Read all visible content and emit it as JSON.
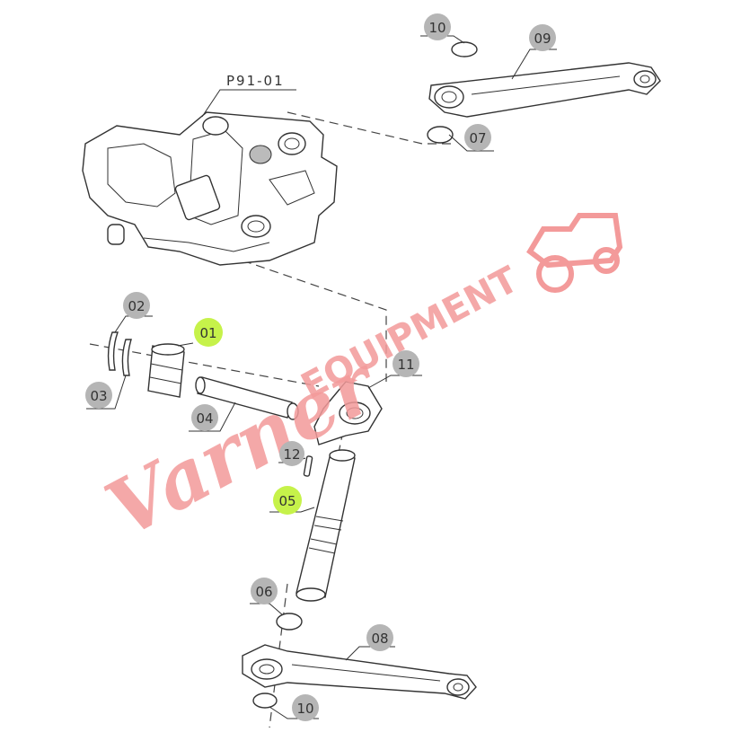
{
  "diagram_title": "P91-01",
  "watermark": {
    "brand_script": "Varner",
    "brand_caps": "EQUIPMENT"
  },
  "colors": {
    "highlight_badge": "#c6f24a",
    "normal_badge": "#b5b5b5",
    "watermark": "#f39a9a"
  },
  "parts": [
    {
      "id": "p01",
      "label": "01",
      "highlight": true
    },
    {
      "id": "p02",
      "label": "02",
      "highlight": false
    },
    {
      "id": "p03",
      "label": "03",
      "highlight": false
    },
    {
      "id": "p04",
      "label": "04",
      "highlight": false
    },
    {
      "id": "p05",
      "label": "05",
      "highlight": true
    },
    {
      "id": "p06",
      "label": "06",
      "highlight": false
    },
    {
      "id": "p07",
      "label": "07",
      "highlight": false
    },
    {
      "id": "p08",
      "label": "08",
      "highlight": false
    },
    {
      "id": "p09",
      "label": "09",
      "highlight": false
    },
    {
      "id": "p10a",
      "label": "10",
      "highlight": false
    },
    {
      "id": "p10b",
      "label": "10",
      "highlight": false
    },
    {
      "id": "p11",
      "label": "11",
      "highlight": false
    },
    {
      "id": "p12",
      "label": "12",
      "highlight": false
    }
  ]
}
